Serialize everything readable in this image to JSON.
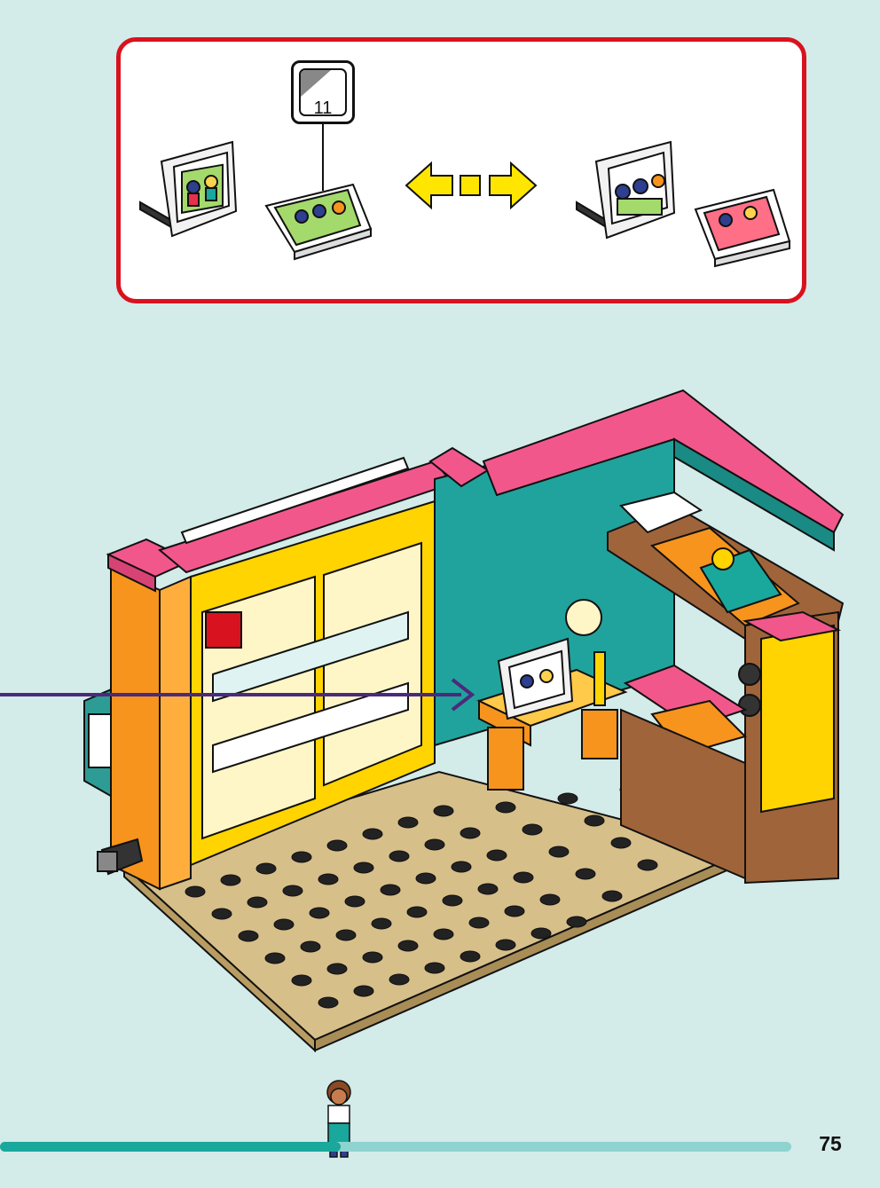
{
  "callout": {
    "sticker_number": "11",
    "icons": {
      "swap": "double-arrow-swap-icon",
      "sticker": "sticker-sheet-icon"
    }
  },
  "page": {
    "number": "75",
    "progress": 0.43
  },
  "colors": {
    "background": "#d3ebe9",
    "callout_border": "#d9121f",
    "swap_arrows": "#ffe600",
    "pointer_arrow": "#4b2a7b",
    "baseplate": "#d7bf8a",
    "teal_wall": "#20a39c",
    "pink_trim": "#f2578c",
    "orange_column": "#f7941d",
    "yellow_frame": "#ffd400",
    "progress_done": "#1aa79c",
    "progress_track": "#8ed3d0"
  }
}
